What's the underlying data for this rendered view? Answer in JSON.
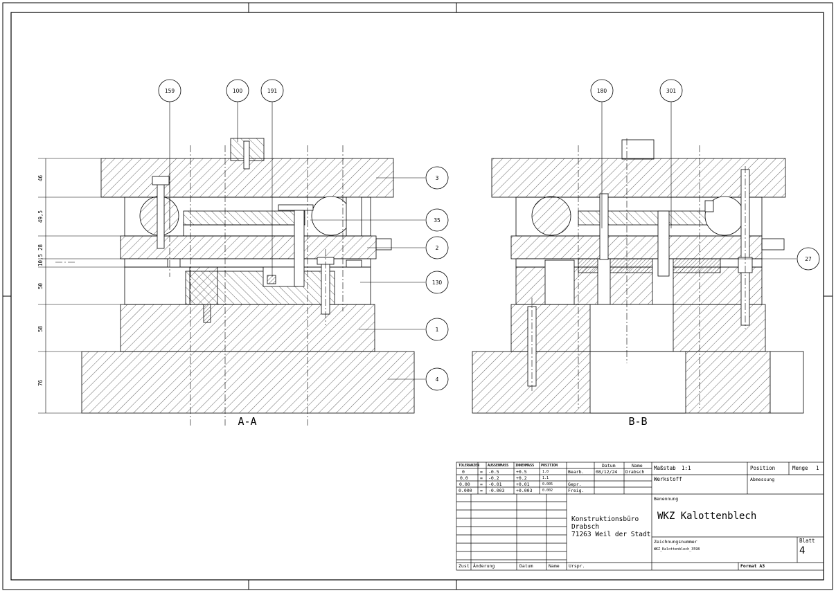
{
  "views": {
    "left": "A-A",
    "right": "B-B"
  },
  "dimensions": [
    "46",
    "49,5",
    "28",
    "10,5",
    "50",
    "58",
    "76"
  ],
  "balloons": {
    "left_top": [
      "159",
      "100",
      "191"
    ],
    "right_top": [
      "180",
      "301"
    ],
    "left_side": [
      "3",
      "35",
      "2",
      "130",
      "1",
      "4"
    ],
    "right_side": [
      "27"
    ]
  },
  "title_block": {
    "headers": {
      "toleranz": "TOLERANZEN",
      "aussen": "AUSSENMASS",
      "innen": "INNENMASS",
      "position": "POSITION",
      "datum": "Datum",
      "name": "Name"
    },
    "tol_rows": [
      {
        "tol": "0",
        "sym": "=",
        "aussen": "-0.5",
        "innen": "+0.5",
        "pos": "1.0"
      },
      {
        "tol": "0.0",
        "sym": "=",
        "aussen": "-0.2",
        "innen": "+0.2",
        "pos": "1.1"
      },
      {
        "tol": "0.00",
        "sym": "=",
        "aussen": "-0.01",
        "innen": "+0.01",
        "pos": "0.005"
      },
      {
        "tol": "0.000",
        "sym": "=",
        "aussen": "-0.003",
        "innen": "+0.003",
        "pos": "0.002"
      }
    ],
    "roles": [
      "Bearb.",
      "Gepr.",
      "Freig."
    ],
    "bearb_date": "08/12/24",
    "bearb_name": "Drabsch",
    "company_lines": [
      "Konstruktionsbüro",
      "Drabsch",
      "71263 Weil der Stadt"
    ],
    "massstab_label": "Maßstab",
    "massstab_value": "1:1",
    "position_label": "Position",
    "menge_label": "Menge",
    "menge_value": "1",
    "werkstoff_label": "Werkstoff",
    "abmessung_label": "Abmessung",
    "benennung_label": "Benennung",
    "benennung_value": "WKZ Kalottenblech",
    "zeichnungsnummer_label": "Zeichnungsnummer",
    "zeichnungsnummer_value": "WKZ_Kalottenblech_3598",
    "blatt_label": "Blatt",
    "blatt_value": "4",
    "format": "Format A3",
    "bottom_labels": {
      "zust": "Zust",
      "aenderung": "Änderung",
      "datum": "Datum",
      "name": "Name",
      "urspr": "Urspr."
    }
  }
}
